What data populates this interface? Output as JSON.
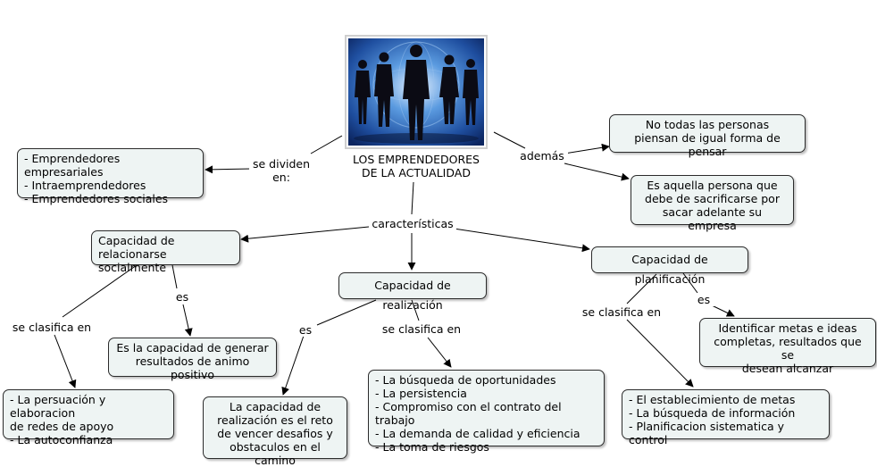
{
  "colors": {
    "node_fill": "#eef4f3",
    "node_border": "#2b2b2b",
    "edge": "#000000"
  },
  "image": {
    "icon": "business-people-silhouette-icon"
  },
  "root": {
    "text": "LOS EMPRENDEDORES\nDE LA ACTUALIDAD"
  },
  "links": {
    "se_dividen": "se dividen\nen:",
    "ademas": "además",
    "caracteristicas": "características",
    "es_1": "es",
    "se_clasifica_1": "se clasifica en",
    "es_2": "es",
    "se_clasifica_2": "se clasifica en",
    "es_3": "es",
    "se_clasifica_3": "se clasifica en"
  },
  "nodes": {
    "tipos": "- Emprendedores empresariales\n- Intraemprendedores\n- Emprendedores sociales",
    "no_todas": "No todas las personas\npiensan de igual forma de pensar",
    "sacrificarse": "Es aquella persona que\ndebe de sacrificarse por\nsacar adelante su empresa",
    "relacionarse": "Capacidad de\nrelacionarse socialmente",
    "realizacion": "Capacidad de realización",
    "planificacion": "Capacidad de planificación",
    "animo": "Es la capacidad de generar\nresultados de animo positivo",
    "persuacion": "- La persuación y elaboracion\nde redes de apoyo\n- La autoconfianza",
    "reto": "La capacidad de\nrealización es el reto\nde vencer desafios y\nobstaculos en el camino",
    "oportunidades": "- La búsqueda de oportunidades\n- La persistencia\n- Compromiso con el contrato del trabajo\n- La demanda de calidad y eficiencia\n- La toma de riesgos",
    "metas_ideas": "Identificar metas e ideas\ncompletas, resultados que se\ndesean alcanzar",
    "establecimiento": "- El establecimiento de metas\n- La búsqueda de información\n- Planificacion sistematica y control"
  }
}
